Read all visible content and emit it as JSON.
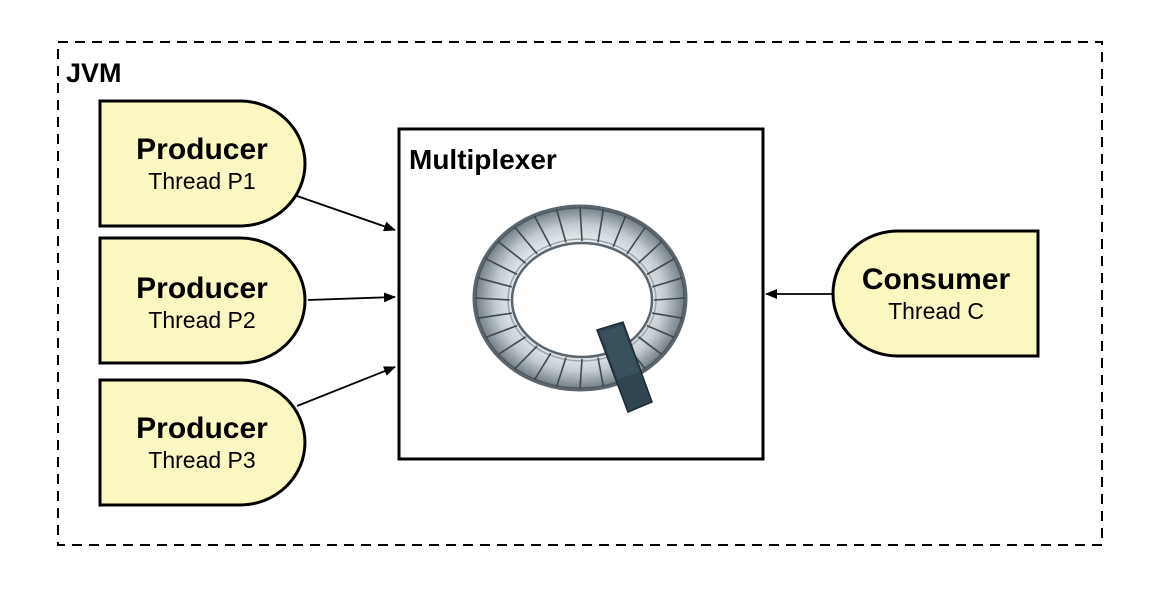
{
  "container": {
    "label": "JVM"
  },
  "multiplexer": {
    "label": "Multiplexer",
    "icon": "ring-buffer-icon"
  },
  "producers": [
    {
      "title": "Producer",
      "subtitle": "Thread P1"
    },
    {
      "title": "Producer",
      "subtitle": "Thread P2"
    },
    {
      "title": "Producer",
      "subtitle": "Thread P3"
    }
  ],
  "consumer": {
    "title": "Consumer",
    "subtitle": "Thread C"
  },
  "colors": {
    "node_fill": "#faf7c0",
    "stroke": "#000000",
    "ring": "#8a949c"
  }
}
